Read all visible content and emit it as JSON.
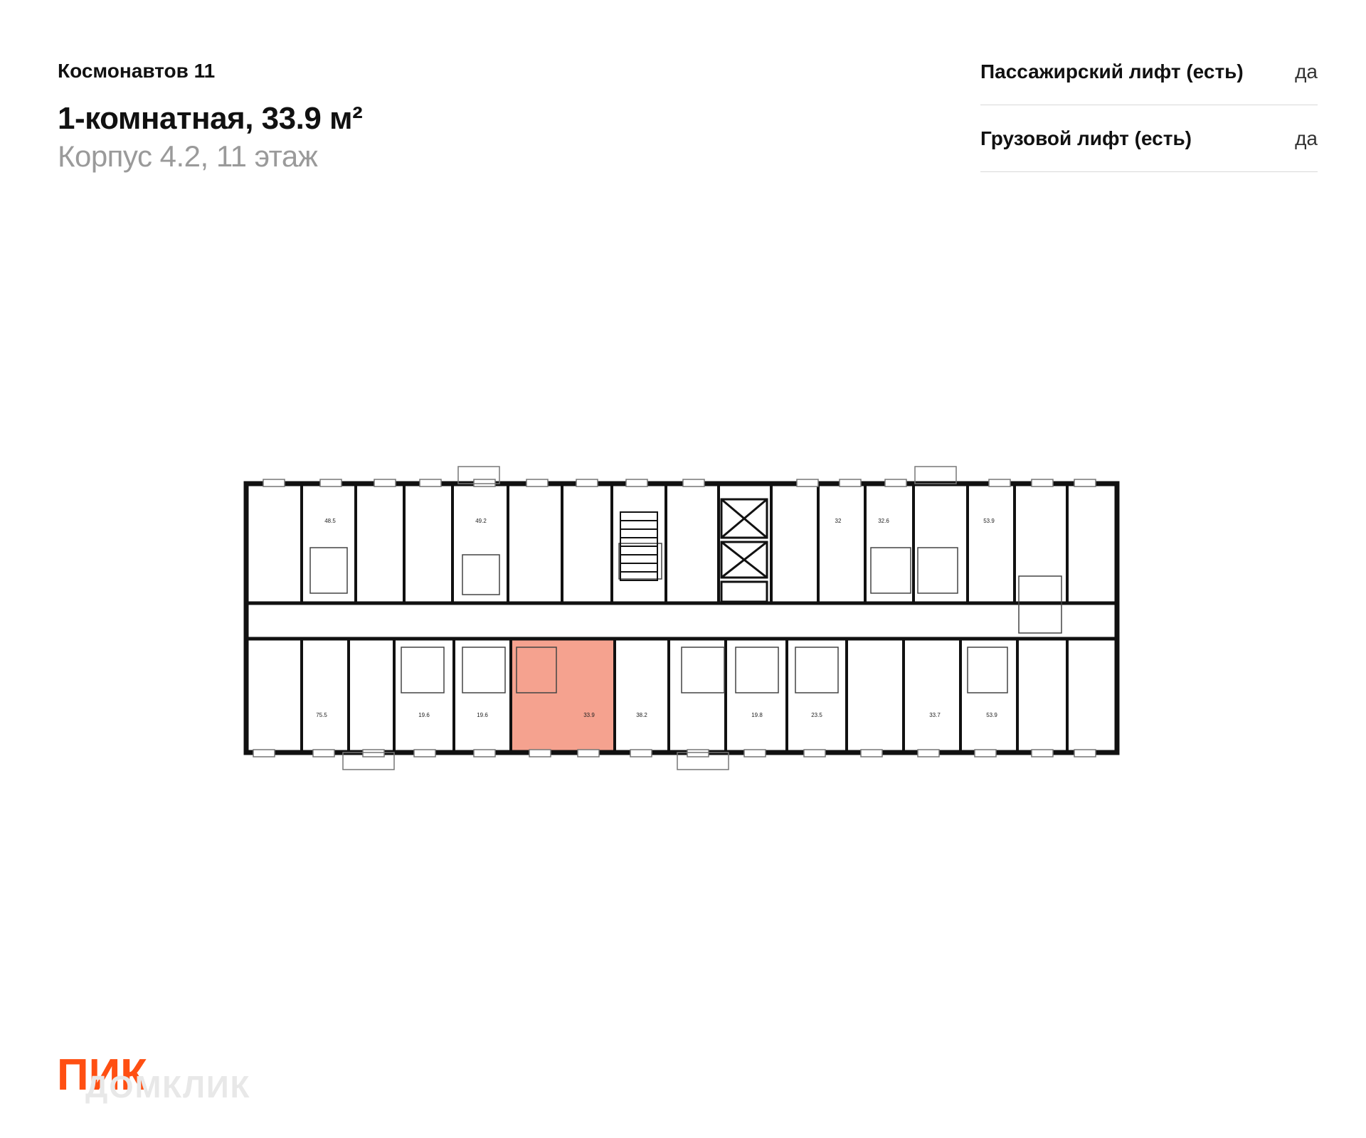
{
  "header": {
    "project": "Космонавтов 11",
    "title": "1-комнатная, 33.9 м²",
    "subtitle": "Корпус 4.2, 11 этаж"
  },
  "features": [
    {
      "label": "Пассажирский лифт (есть)",
      "value": "да"
    },
    {
      "label": "Грузовой лифт (есть)",
      "value": "да"
    }
  ],
  "plan": {
    "highlight_color": "#f5a28f",
    "highlight_stroke": "#e8492f",
    "areas": {
      "a1": "48.5",
      "a2": "49.2",
      "a3": "32",
      "a4": "32.6",
      "a5": "53.9",
      "b1": "75.5",
      "b2": "19.6",
      "b3": "19.6",
      "b4": "33.9",
      "b5": "38.2",
      "b6": "19.8",
      "b7": "23.5",
      "b8": "33.7",
      "b9": "53.9"
    }
  },
  "logo": {
    "brand": "ПИК",
    "brand_color": "#ff4f12",
    "watermark": "ДОМКЛИК"
  }
}
